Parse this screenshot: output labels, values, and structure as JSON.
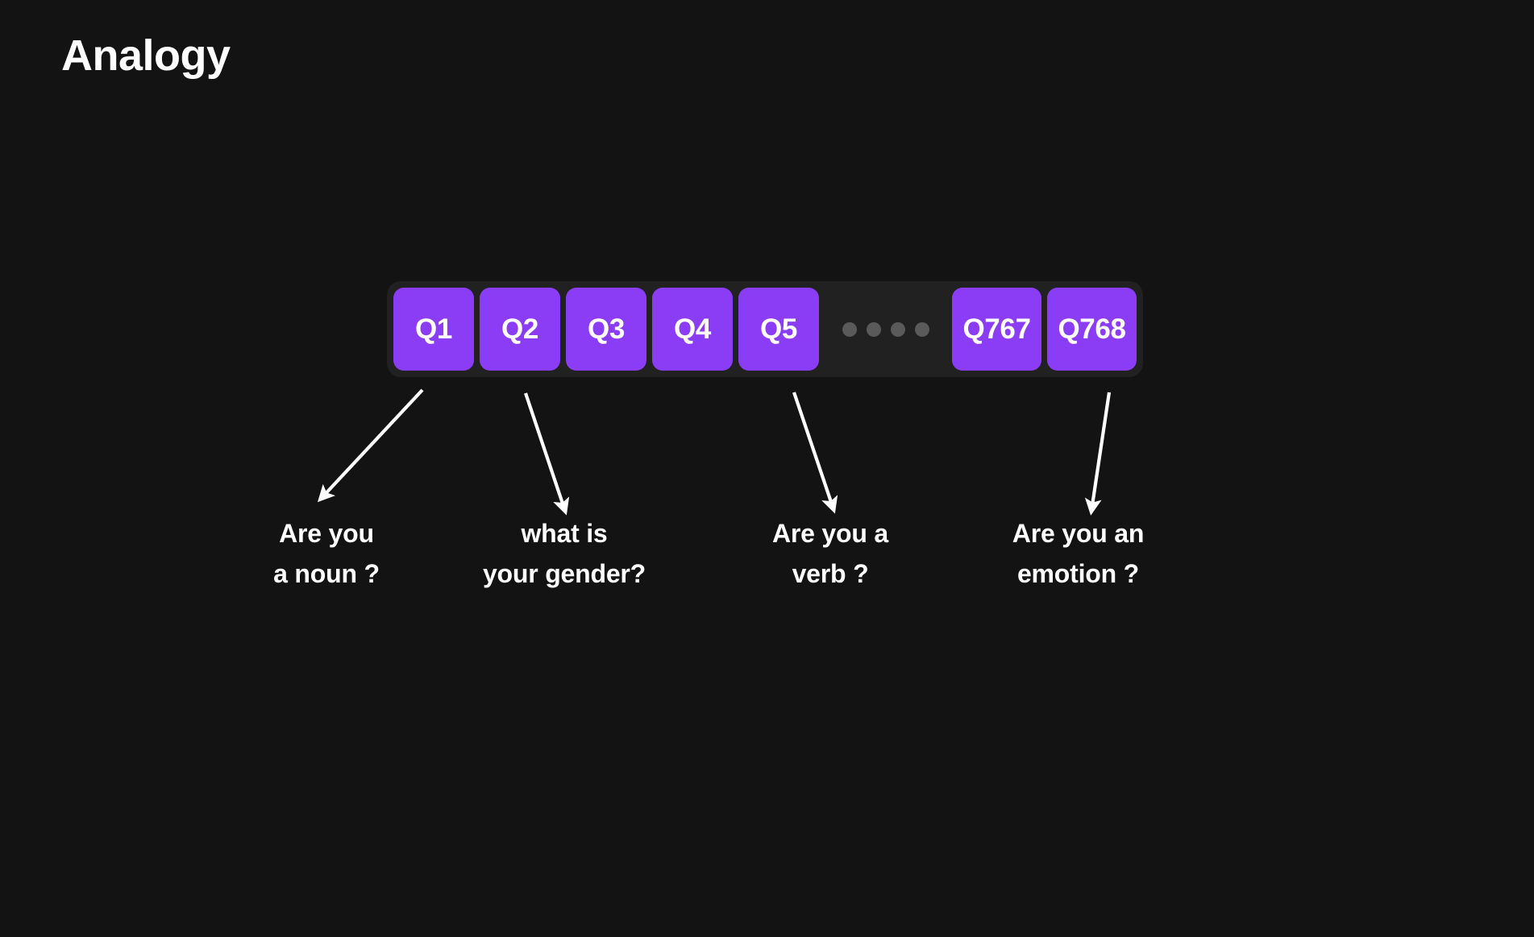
{
  "page": {
    "title": "Analogy",
    "background_color": "#131313"
  },
  "colors": {
    "accent_purple": "#8b3df5",
    "strip_background": "#212121",
    "dot_gray": "#5a5a5a",
    "text_white": "#ffffff"
  },
  "token_strip": {
    "tokens": [
      {
        "label": "Q1",
        "width": "narrow"
      },
      {
        "label": "Q2",
        "width": "narrow"
      },
      {
        "label": "Q3",
        "width": "narrow"
      },
      {
        "label": "Q4",
        "width": "narrow"
      },
      {
        "label": "Q5",
        "width": "narrow"
      }
    ],
    "ellipsis_dot_count": 4,
    "tail_tokens": [
      {
        "label": "Q767",
        "width": "wide"
      },
      {
        "label": "Q768",
        "width": "wide"
      }
    ]
  },
  "callouts": [
    {
      "source_token": "Q1",
      "line1": "Are you",
      "line2": "a noun ?"
    },
    {
      "source_token": "Q2",
      "line1": "what is",
      "line2": "your gender?"
    },
    {
      "source_token": "Q5",
      "line1": "Are you a",
      "line2": "verb ?"
    },
    {
      "source_token": "Q768",
      "line1": "Are you an",
      "line2": "emotion ?"
    }
  ]
}
